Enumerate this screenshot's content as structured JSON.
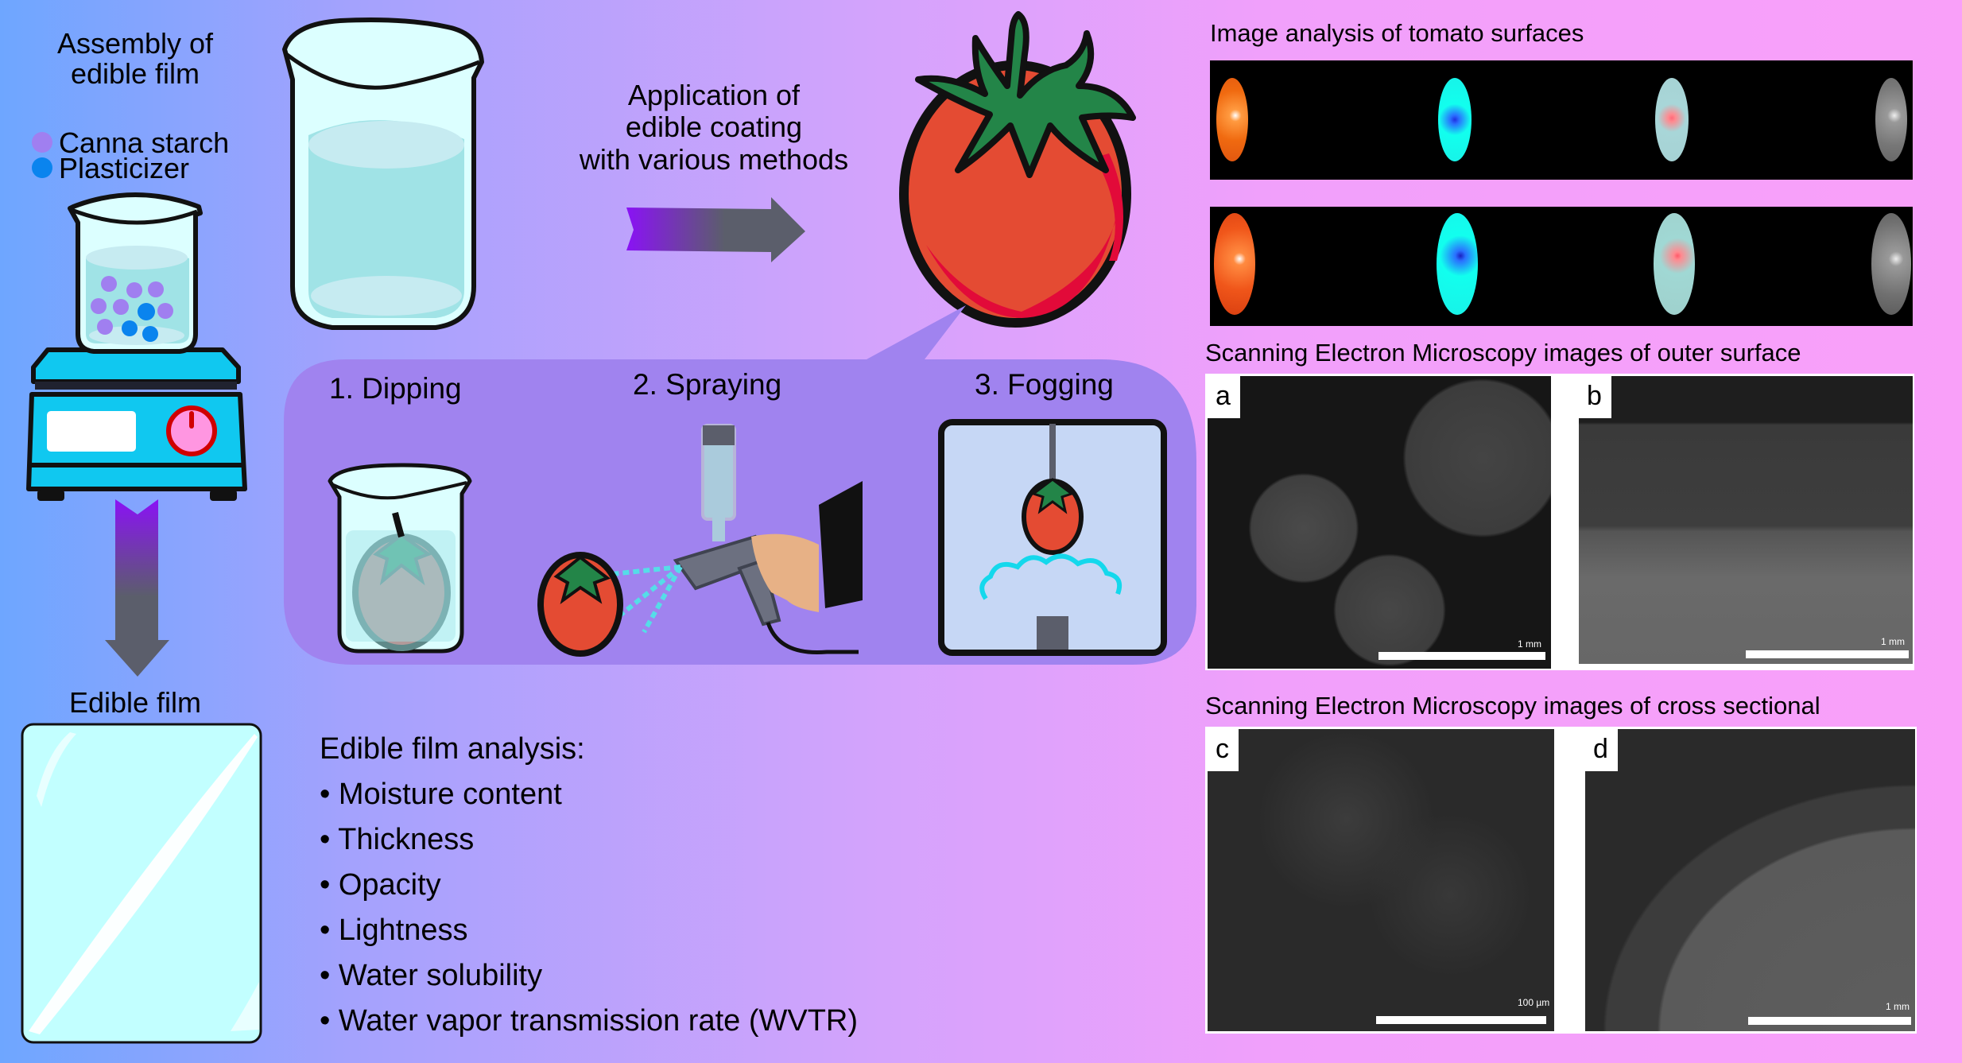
{
  "assembly": {
    "title_line1": "Assembly of",
    "title_line2": "edible film",
    "legend": [
      {
        "label": "Canna starch",
        "color": "#a07ff0"
      },
      {
        "label": "Plasticizer",
        "color": "#0a84ee"
      }
    ]
  },
  "edible_film": {
    "label": "Edible film"
  },
  "application": {
    "line1": "Application of",
    "line2": "edible coating",
    "line3": "with various methods"
  },
  "methods": [
    {
      "label": "1. Dipping"
    },
    {
      "label": "2. Spraying"
    },
    {
      "label": "3. Fogging"
    }
  ],
  "analysis": {
    "title": "Edible film analysis:",
    "items": [
      "• Moisture content",
      "• Thickness",
      "• Opacity",
      "• Lightness",
      "• Water solubility",
      "• Water vapor transmission rate (WVTR)"
    ]
  },
  "image_analysis": {
    "title": "Image analysis of tomato surfaces"
  },
  "sem_outer": {
    "title": "Scanning Electron Microscopy images of outer surface",
    "panels": [
      {
        "label": "a",
        "scale": "1 mm"
      },
      {
        "label": "b",
        "scale": "1 mm"
      }
    ]
  },
  "sem_cross": {
    "title": "Scanning Electron Microscopy images of cross sectional",
    "panels": [
      {
        "label": "c",
        "scale": "100 µm"
      },
      {
        "label": "d",
        "scale": "1 mm"
      }
    ]
  },
  "colors": {
    "bubble": "#a083ef",
    "tomato": "#e44b33",
    "tomato_dark": "#e20a39",
    "leaf": "#238548",
    "stirrer": "#10c8f0",
    "liquid": "#a0e3e6",
    "arrow_start": "#8a12f5",
    "arrow_end": "#5b5e6b"
  }
}
